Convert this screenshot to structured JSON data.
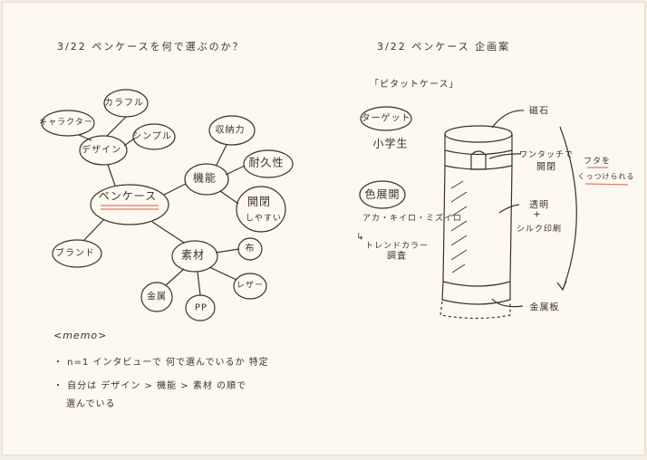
{
  "left": {
    "title": "3/22 ペンケースを何で選ぶのか？",
    "mindmap": {
      "center": "ペンケース",
      "design": "デザイン",
      "colorful": "カラフル",
      "character": "キャラクター",
      "simple": "シンプル",
      "function": "機能",
      "storage": "収納力",
      "durability": "耐久性",
      "easy_open_1": "開閉",
      "easy_open_2": "しやすい",
      "brand": "ブランド",
      "material": "素材",
      "cloth": "布",
      "leather": "レザー",
      "metal": "金属",
      "pp": "PP"
    },
    "memo": {
      "heading": "<memo>",
      "items": [
        "・ n=1 インタビューで 何で選んでいるか 特定",
        "・ 自分は デザイン > 機能 > 素材 の順で",
        "選んでいる"
      ]
    }
  },
  "right": {
    "title": "3/22 ペンケース 企画案",
    "product_name": "「ピタットケース」",
    "target_label": "ターゲット",
    "target_value": "小学生",
    "colors_label": "色展開",
    "colors_value": "アカ・キイロ・ミズイロ",
    "trend_arrow": "↳",
    "trend_1": "トレンドカラー",
    "trend_2": "調査",
    "annotations": {
      "magnet": "磁石",
      "one_touch_1": "ワンタッチで",
      "one_touch_2": "開閉",
      "clear_1": "透明",
      "clear_plus": "+",
      "clear_2": "シルク印刷",
      "metal_plate": "金属板",
      "lid_1": "フタを",
      "lid_2": "くっつけられる"
    }
  },
  "colors": {
    "ink": "#3a322a",
    "highlight": "#e07a6e",
    "paper": "#fdf9f1"
  }
}
